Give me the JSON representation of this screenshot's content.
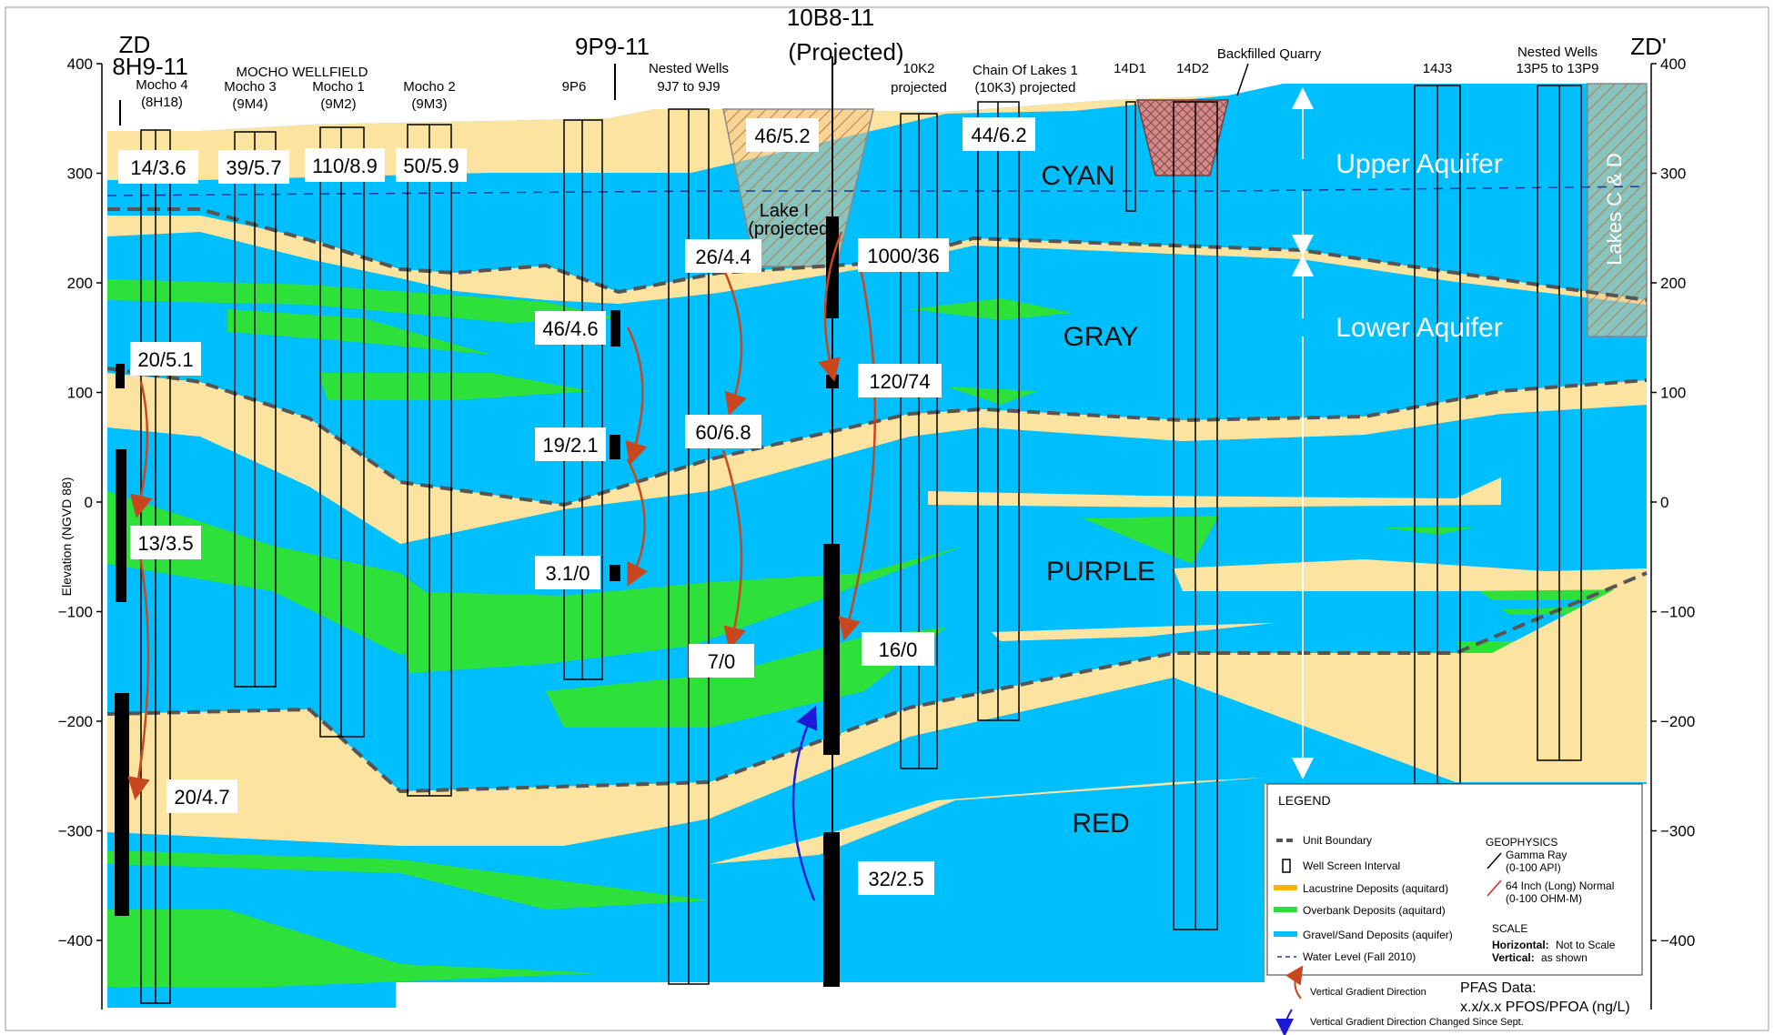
{
  "section": {
    "left_id": "ZD",
    "right_id": "ZD'",
    "y_axis_title": "Elevation (NGVD 88)",
    "y_ticks": [
      "400",
      "300",
      "200",
      "100",
      "0",
      "−100",
      "−200",
      "−300",
      "−400"
    ]
  },
  "wells": {
    "zd_8h9": "8H9-11",
    "mocho4": "Mocho 4",
    "mocho4_id": "(8H18)",
    "mocho_wellfield": "MOCHO WELLFIELD",
    "mocho3": "Mocho 3",
    "mocho3_id": "(9M4)",
    "mocho1": "Mocho 1",
    "mocho1_id": "(9M2)",
    "mocho2": "Mocho 2",
    "mocho2_id": "(9M3)",
    "w9p9": "9P9-11",
    "w9p6": "9P6",
    "nested_a": "Nested Wells",
    "nested_a_id": "9J7 to 9J9",
    "w10b8": "10B8-11",
    "w10b8_note": "(Projected)",
    "w10k2": "10K2",
    "w10k2_note": "projected",
    "chain": "Chain Of Lakes 1",
    "chain_note": "(10K3) projected",
    "w14d1": "14D1",
    "w14d2": "14D2",
    "quarry": "Backfilled Quarry",
    "w14j3": "14J3",
    "nested_b": "Nested Wells",
    "nested_b_id": "13P5 to 13P9"
  },
  "zones": {
    "cyan": "CYAN",
    "gray": "GRAY",
    "purple": "PURPLE",
    "red": "RED",
    "upper_aquifer": "Upper Aquifer",
    "lower_aquifer": "Lower Aquifer",
    "lake_i": "Lake I",
    "lake_i_note": "(projected)",
    "lakes_cd": "Lakes C & D"
  },
  "pfas_values": {
    "mocho4_top": "14/3.6",
    "mocho3": "39/5.7",
    "mocho1": "110/8.9",
    "mocho2": "50/5.9",
    "lake_i": "46/5.2",
    "chain": "44/6.2",
    "zd_1": "20/5.1",
    "zd_2": "13/3.5",
    "zd_3": "20/4.7",
    "p9_1": "46/4.6",
    "p9_2": "19/2.1",
    "p9_3": "3.1/0",
    "nested_1": "26/4.4",
    "nested_2": "60/6.8",
    "nested_3": "7/0",
    "b8_1": "1000/36",
    "b8_2": "120/74",
    "b8_3": "16/0",
    "b8_4": "32/2.5"
  },
  "legend": {
    "title": "LEGEND",
    "unit_boundary": "Unit Boundary",
    "well_screen": "Well Screen Interval",
    "lacustrine": "Lacustrine Deposits (aquitard)",
    "overbank": "Overbank Deposits (aquitard)",
    "gravel": "Gravel/Sand Deposits (aquifer)",
    "water_level": "Water Level (Fall 2010)",
    "geophysics_title": "GEOPHYSICS",
    "gamma": "Gamma Ray",
    "gamma_units": "(0-100 API)",
    "normal": "64 Inch (Long) Normal",
    "normal_units": "(0-100 OHM-M)",
    "scale_title": "SCALE",
    "scale_h_label": "Horizontal:",
    "scale_h_value": "Not to Scale",
    "scale_v_label": "Vertical:",
    "scale_v_value": "as shown"
  },
  "footer": {
    "pfas_title": "PFAS Data:",
    "pfas_format": "x.x/x.x PFOS/PFOA (ng/L)",
    "gradient": "Vertical Gradient Direction",
    "gradient_changed": "Vertical Gradient Direction Changed Since Sept."
  },
  "colors": {
    "gravel": "#00bfff",
    "lacustrine": "#fde3a0",
    "overbank": "#2ee03a",
    "boundary": "#555555",
    "arrow": "#c8471f",
    "arrow_changed": "#1a1ad8"
  }
}
